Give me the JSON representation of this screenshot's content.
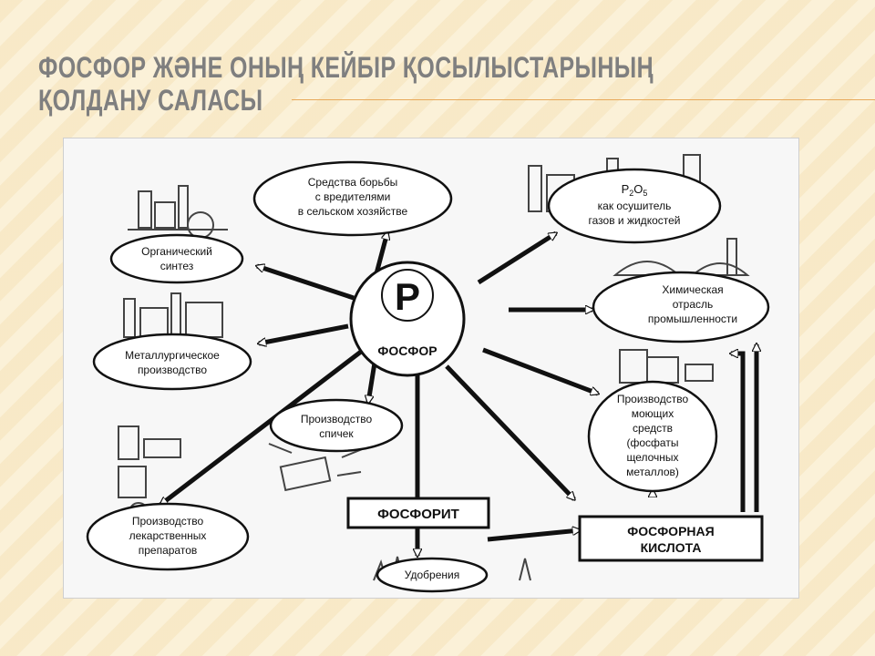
{
  "slide": {
    "title_line1": "ФОСФОР ЖӘНЕ ОНЫҢ КЕЙБІР ҚОСЫЛЫСТАРЫНЫҢ",
    "title_line2": "ҚОЛДАНУ САЛАСЫ",
    "accent_color": "#e8a95a"
  },
  "diagram": {
    "center": {
      "symbol": "P",
      "label": "ФОСФОР"
    },
    "pests": [
      "Средства борьбы",
      "с вредителями",
      "в сельском хозяйстве"
    ],
    "p2o5": {
      "formula_p": "P",
      "sub2": "2",
      "formula_o": "O",
      "sub5": "5",
      "lines": [
        "как осушитель",
        "газов и жидкостей"
      ]
    },
    "organic": [
      "Органический",
      "синтез"
    ],
    "chem": [
      "Химическая",
      "отрасль",
      "промышленности"
    ],
    "metal": [
      "Металлургическое",
      "производство"
    ],
    "matches": [
      "Производство",
      "спичек"
    ],
    "detergents": [
      "Производство",
      "моющих",
      "средств",
      "(фосфаты",
      "щелочных",
      "металлов)"
    ],
    "medicines": [
      "Производство",
      "лекарственных",
      "препаратов"
    ],
    "phosphorite": "ФОСФОРИТ",
    "acid": [
      "ФОСФОРНАЯ",
      "КИСЛОТА"
    ],
    "fertilizer": "Удобрения"
  }
}
